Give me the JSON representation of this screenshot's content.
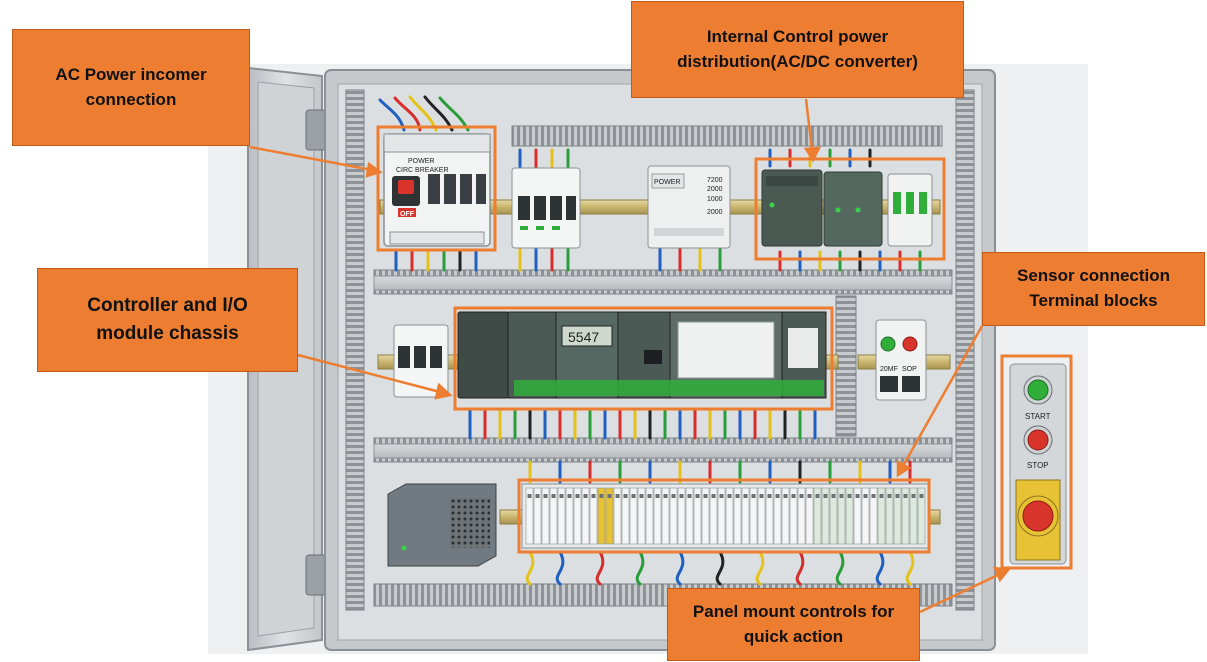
{
  "callouts": {
    "ac_power": "AC Power incomer\nconnection",
    "internal_power": "Internal Control power\ndistribution(AC/DC converter)",
    "controller": "Controller and I/O\nmodule chassis",
    "sensor": "Sensor connection\nTerminal blocks",
    "panel_controls": "Panel mount controls for\nquick action"
  },
  "panel_labels": {
    "breaker_line1": "POWER",
    "breaker_line2": "CIRC BREAKER",
    "breaker_off": "OFF",
    "psu_header": "POWER",
    "psu_vals": [
      "7200",
      "2000",
      "1000",
      "2000"
    ],
    "plc_display": "5547",
    "relay_left": "20MF",
    "relay_right": "SOP",
    "start_label": "START",
    "stop_label": "STOP"
  },
  "colors": {
    "callout_fill": "#ed7d31",
    "highlight": "#ed7d31",
    "enclosure": "#c9cdd0",
    "button_green": "#2fae3a",
    "button_red": "#d9342b"
  }
}
